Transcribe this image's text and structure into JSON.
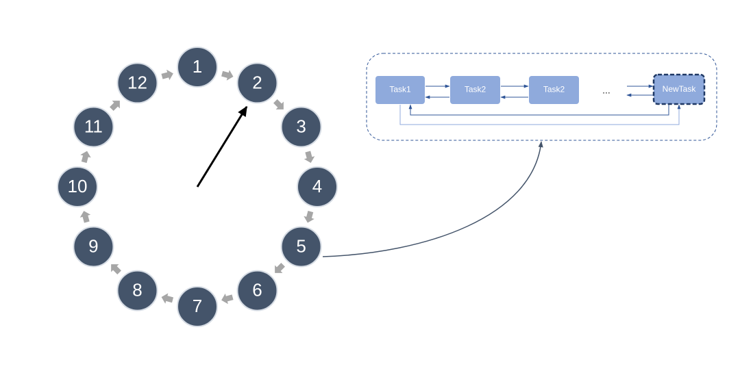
{
  "wheel": {
    "slots": [
      "1",
      "2",
      "3",
      "4",
      "5",
      "6",
      "7",
      "8",
      "9",
      "10",
      "11",
      "12"
    ],
    "current_slot": "2",
    "expanded_slot": "5"
  },
  "task_list": {
    "tasks": [
      "Task1",
      "Task2",
      "Task2"
    ],
    "ellipsis": "...",
    "new_task": "NewTask"
  },
  "colors": {
    "slot_fill": "#44546a",
    "slot_border": "#d6dce4",
    "wheel_arrow": "#a6a6a6",
    "pointer": "#000000",
    "task_fill": "#8faadc",
    "task_link": "#2f5597",
    "new_task_border": "#1f3864",
    "container_border": "#2f5597",
    "connector": "#44546a"
  }
}
